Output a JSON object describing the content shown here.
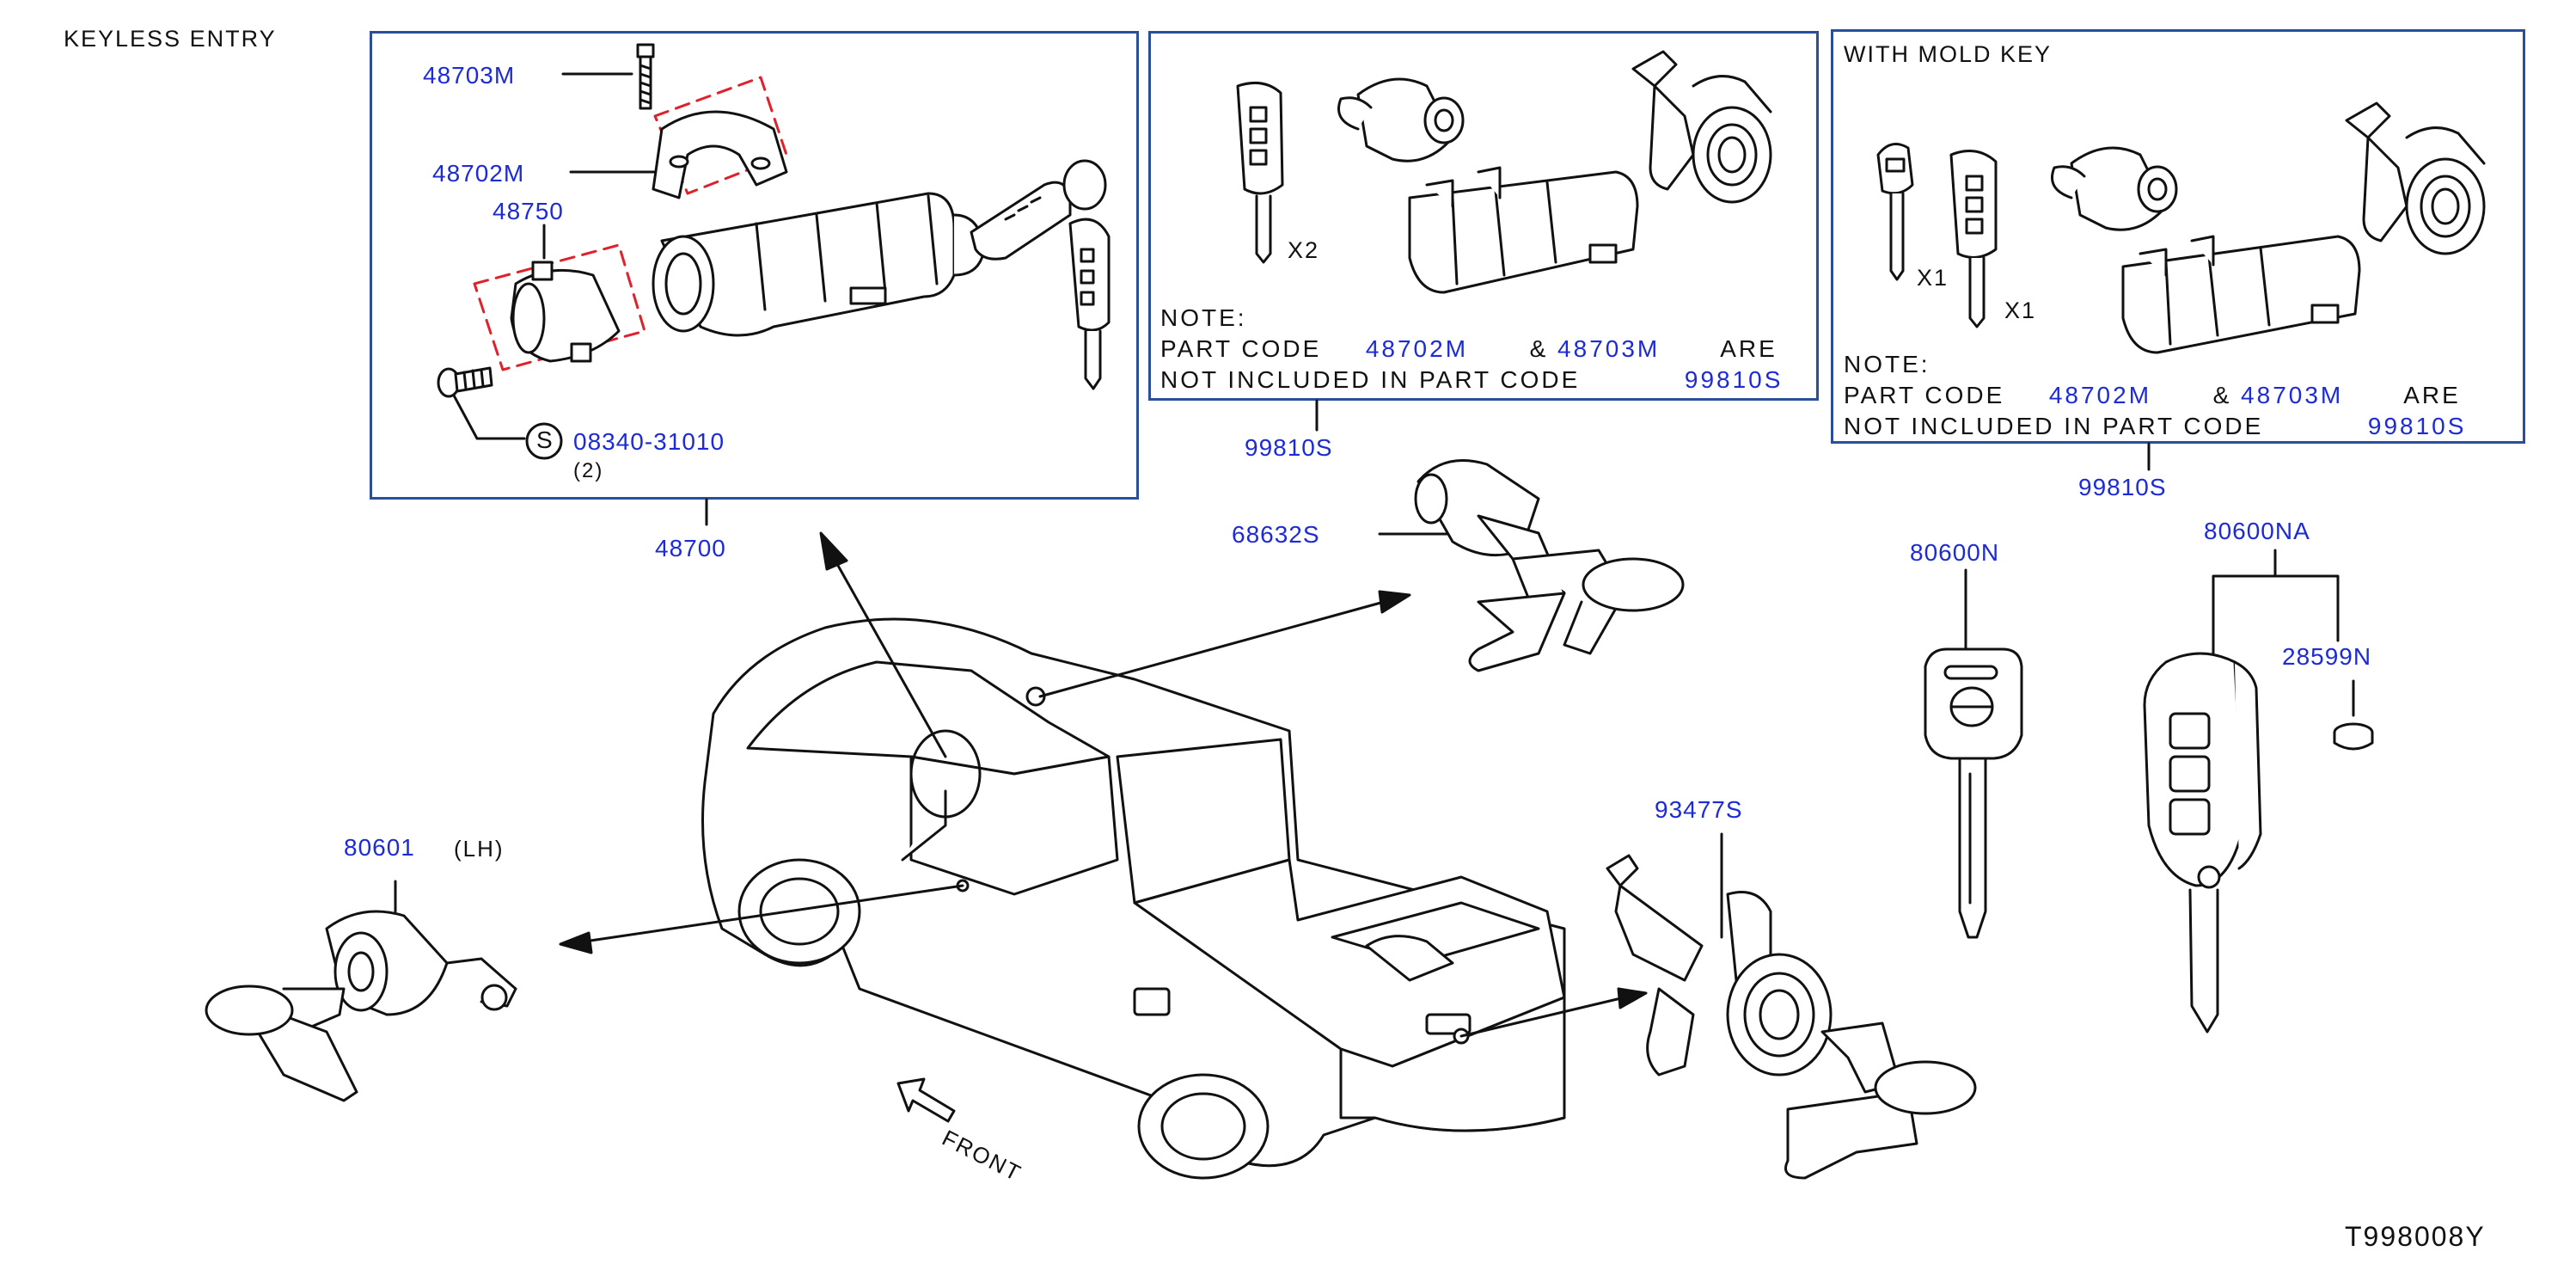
{
  "header": {
    "title": "KEYLESS   ENTRY"
  },
  "footer": {
    "code": "T998008Y"
  },
  "parts": {
    "p48703M": "48703M",
    "p48702M": "48702M",
    "p48750": "48750",
    "p08340": "08340-31010",
    "p08340_qty": "(2)",
    "p08340_mark": "S",
    "p48700": "48700",
    "p99810S_a": "99810S",
    "p99810S_b": "99810S",
    "p68632S": "68632S",
    "p80600N": "80600N",
    "p80600NA": "80600NA",
    "p28599N": "28599N",
    "p80601": "80601",
    "p80601_side": "(LH)",
    "p93477S": "93477S"
  },
  "box2": {
    "x2": "X2",
    "note_title": "NOTE:",
    "line1_a": "PART   CODE",
    "line1_p1": "48702M",
    "line1_amp": "&",
    "line1_p2": "48703M",
    "line1_b": "ARE",
    "line2_a": "NOT   INCLUDED   IN   PART   CODE",
    "line2_p": "99810S"
  },
  "box3": {
    "title": "WITH   MOLD   KEY",
    "x1a": "X1",
    "x1b": "X1",
    "note_title": "NOTE:",
    "line1_a": "PART   CODE",
    "line1_p1": "48702M",
    "line1_amp": "&",
    "line1_p2": "48703M",
    "line1_b": "ARE",
    "line2_a": "NOT   INCLUDED   IN   PART   CODE",
    "line2_p": "99810S"
  },
  "vehicle": {
    "front_label": "FRONT"
  },
  "colors": {
    "part_number": "#1c2bd6",
    "frame": "#2a4f9a",
    "dash": "#e0202a",
    "line": "#111111"
  }
}
